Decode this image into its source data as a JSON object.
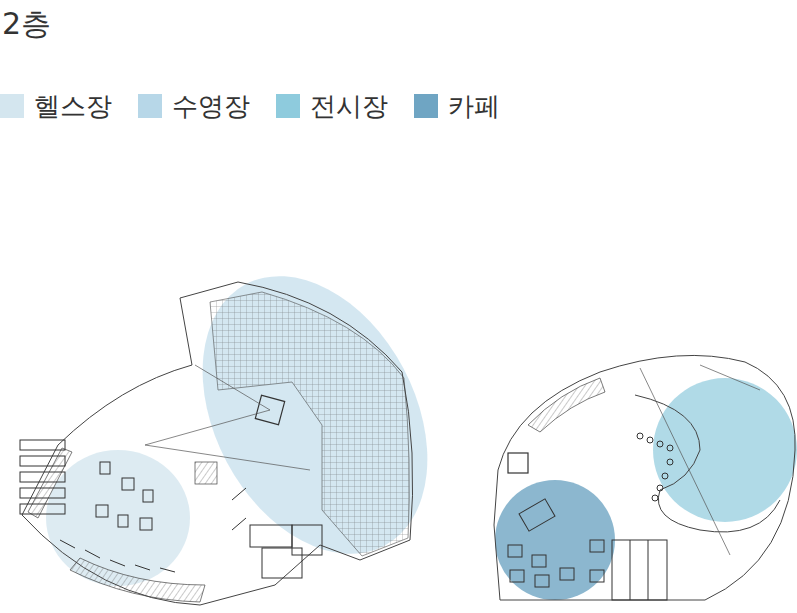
{
  "diagram": {
    "title": "2층",
    "legend": [
      {
        "text": "헬스장",
        "color": "#d4e6ef"
      },
      {
        "text": "수영장",
        "color": "#b7d7e8"
      },
      {
        "text": "전시장",
        "color": "#8ecbdd"
      },
      {
        "text": "카페",
        "color": "#6fa5c3"
      }
    ]
  }
}
